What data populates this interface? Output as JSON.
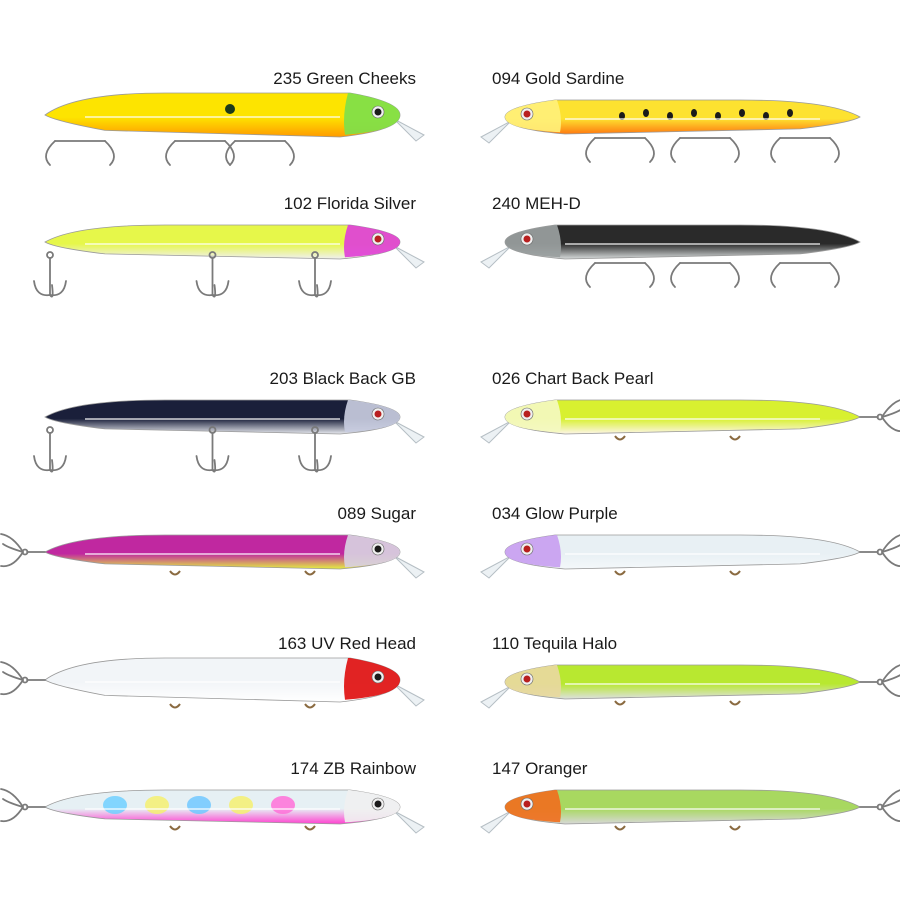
{
  "lures": [
    {
      "name": "235 Green Cheeks",
      "col": "left",
      "row": 0,
      "colors": {
        "back": "#fde400",
        "belly": "#ff9a00",
        "head": "#7ee04a",
        "eye": "#1b1b1b"
      },
      "style": "chunky",
      "hooks": "under"
    },
    {
      "name": "094 Gold Sardine",
      "col": "right",
      "row": 0,
      "colors": {
        "back": "#fde230",
        "belly": "#ff7a10",
        "head": "#fff07a",
        "eye": "#b81f1f"
      },
      "style": "spotted",
      "hooks": "under"
    },
    {
      "name": "102 Florida Silver",
      "col": "left",
      "row": 1,
      "colors": {
        "back": "#e6f74a",
        "belly": "#f0f0f0",
        "head": "#e040d8",
        "eye": "#b81f1f"
      },
      "style": "slim",
      "hooks": "hanging"
    },
    {
      "name": "240 MEH-D",
      "col": "right",
      "row": 1,
      "colors": {
        "back": "#2a2a2a",
        "belly": "#d8dcdc",
        "head": "#9aa0a0",
        "eye": "#b81f1f"
      },
      "style": "slim",
      "hooks": "under"
    },
    {
      "name": "203 Black Back GB",
      "col": "left",
      "row": 2,
      "colors": {
        "back": "#1a1f3a",
        "belly": "#e8eaf0",
        "head": "#c8cce0",
        "eye": "#b81f1f"
      },
      "style": "slim",
      "hooks": "hanging"
    },
    {
      "name": "026 Chart Back Pearl",
      "col": "right",
      "row": 2,
      "colors": {
        "back": "#d8f030",
        "belly": "#fdf5e8",
        "head": "#f4f8c0",
        "eye": "#b81f1f"
      },
      "style": "slim",
      "hooks": "tail"
    },
    {
      "name": "089 Sugar",
      "col": "left",
      "row": 3,
      "colors": {
        "back": "#c028a0",
        "belly": "#e4f040",
        "head": "#d8d0e0",
        "eye": "#1b1b1b"
      },
      "style": "slim",
      "hooks": "tail"
    },
    {
      "name": "034 Glow Purple",
      "col": "right",
      "row": 3,
      "colors": {
        "back": "#e8f0f4",
        "belly": "#f4f8fa",
        "head": "#c8a0f0",
        "eye": "#b81f1f"
      },
      "style": "slim",
      "hooks": "tail"
    },
    {
      "name": "163 UV Red Head",
      "col": "left",
      "row": 4,
      "colors": {
        "back": "#f2f5f8",
        "belly": "#ffffff",
        "head": "#e01010",
        "eye": "#1b1b1b"
      },
      "style": "chunky",
      "hooks": "tail"
    },
    {
      "name": "110 Tequila Halo",
      "col": "right",
      "row": 4,
      "colors": {
        "back": "#b8e830",
        "belly": "#dde0e0",
        "head": "#e8d8a0",
        "eye": "#b81f1f"
      },
      "style": "slim",
      "hooks": "tail"
    },
    {
      "name": "174 ZB Rainbow",
      "col": "left",
      "row": 5,
      "colors": {
        "back": "#e6f0f4",
        "belly": "#ff40d0",
        "head": "#f0f0f0",
        "eye": "#1b1b1b"
      },
      "style": "rainbow",
      "hooks": "tail"
    },
    {
      "name": "147 Oranger",
      "col": "right",
      "row": 5,
      "colors": {
        "back": "#a8d860",
        "belly": "#d8d8d8",
        "head": "#f07020",
        "eye": "#b81f1f"
      },
      "style": "slim",
      "hooks": "tail"
    }
  ]
}
